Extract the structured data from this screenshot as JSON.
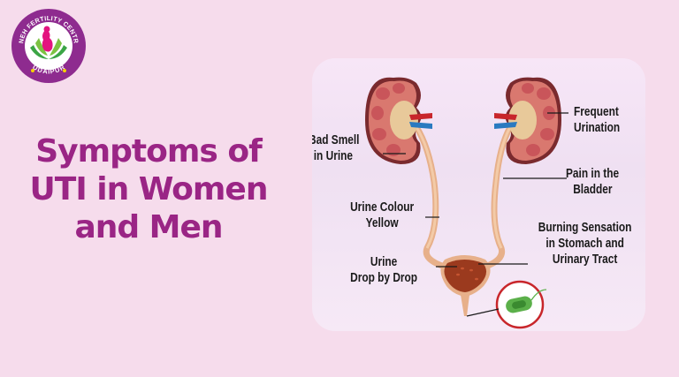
{
  "logo": {
    "top_text": "SNEH FERTILITY CENTRE",
    "bottom_text": "UDAIPUR",
    "colors": {
      "ring": "#8e2b8f",
      "accent": "#e3137f",
      "leaf": "#3ba545",
      "dot": "#f5d000"
    }
  },
  "headline": {
    "lines": [
      "Symptoms of",
      "UTI in Women",
      "and Men"
    ],
    "color": "#9a2585"
  },
  "diagram": {
    "labels": {
      "bad_smell": [
        "Bad Smell",
        "in Urine"
      ],
      "frequent_urination": [
        "Frequent",
        "Urination"
      ],
      "pain_bladder": [
        "Pain in the",
        "Bladder"
      ],
      "urine_colour": [
        "Urine Colour",
        "Yellow"
      ],
      "burning": [
        "Burning Sensation",
        "in Stomach and",
        "Urinary Tract"
      ],
      "drop_by_drop": [
        "Urine",
        "Drop by Drop"
      ]
    },
    "icons": [
      "kidney-left",
      "kidney-right",
      "ureter",
      "bladder",
      "bacteria"
    ]
  }
}
